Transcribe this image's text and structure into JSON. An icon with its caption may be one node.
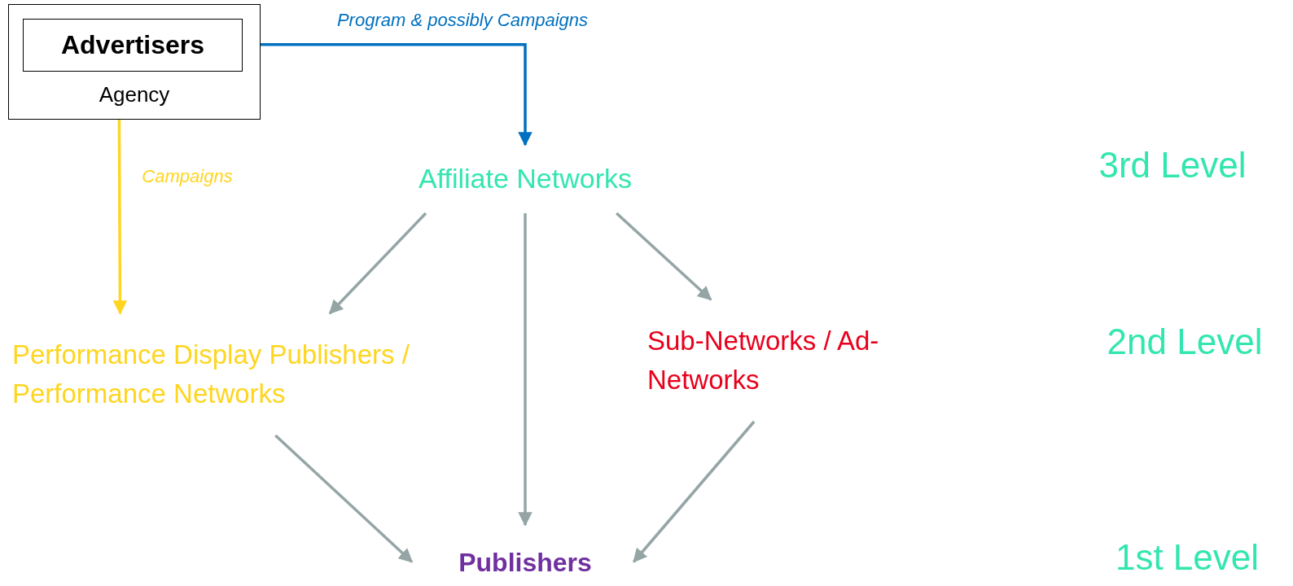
{
  "diagram": {
    "nodes": [
      {
        "text": [
          "Agency"
        ]
      },
      {
        "text": [
          "Advertisers"
        ],
        "in": 0
      },
      {
        "text": [
          "Affiliate Networks"
        ]
      },
      {
        "text": [
          "Performance Display Publishers / Performance Networks"
        ]
      },
      {
        "text": [
          "Sub-Networks / Ad-Networks"
        ]
      },
      {
        "text": [
          "Publishers"
        ]
      }
    ],
    "edges": [
      {
        "from": 0,
        "to": 2,
        "arrow": "to",
        "label": "Program & possibly Campaigns",
        "color": "#0070c0"
      },
      {
        "from": 0,
        "to": 3,
        "arrow": "to",
        "label": "Campaigns",
        "color": "#ffd520"
      },
      {
        "from": 2,
        "to": 3,
        "arrow": "to"
      },
      {
        "from": 2,
        "to": 5,
        "arrow": "to"
      },
      {
        "from": 2,
        "to": 4,
        "arrow": "to"
      },
      {
        "from": 3,
        "to": 5,
        "arrow": "to"
      },
      {
        "from": 4,
        "to": 5,
        "arrow": "to"
      }
    ],
    "labels": [
      "3rd Level",
      "2nd Level",
      "1st Level"
    ]
  }
}
